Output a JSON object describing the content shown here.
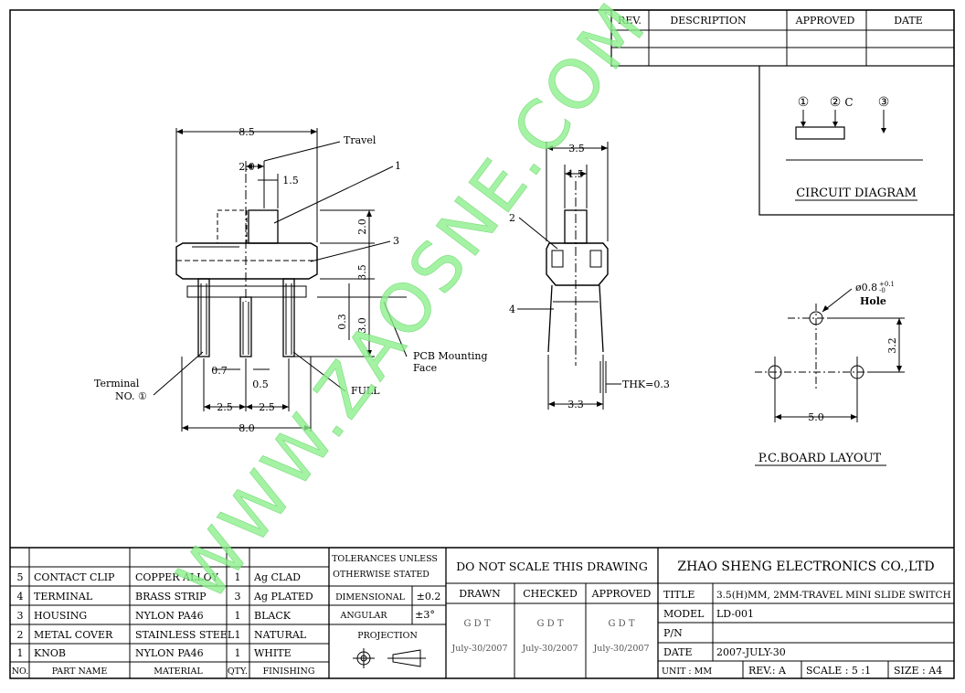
{
  "revision_table": {
    "headers": [
      "REV.",
      "DESCRIPTION",
      "APPROVED",
      "DATE"
    ]
  },
  "circuit_diagram": {
    "pin1": "①",
    "pin2": "②",
    "pin2_suffix": "C",
    "pin3": "③",
    "title": "CIRCUIT DIAGRAM"
  },
  "front_view": {
    "dim_width": "8.5",
    "dim_travel_label": "Travel",
    "dim_knob_travel": "2.0",
    "dim_knob_width": "1.5",
    "callout_1": "1",
    "callout_3": "3",
    "dim_knob_height": "2.0",
    "dim_body_height": "3.5",
    "dim_standoff": "0.3",
    "dim_pin_length": "3.0",
    "pcb_label_1": "PCB Mounting",
    "pcb_label_2": "Face",
    "terminal_label": "Terminal",
    "terminal_no": "NO. ①",
    "dim_pin_width": "0.7",
    "dim_pin_thk": "0.5",
    "full_label": "FULL",
    "dim_pitch_left": "2.5",
    "dim_pitch_right": "2.5",
    "dim_total": "8.0"
  },
  "side_view": {
    "dim_width": "3.5",
    "dim_knob": "1.5",
    "callout_2": "2",
    "callout_4": "4",
    "thk_label": "THK=0.3",
    "dim_pin_span": "3.3"
  },
  "pcb_layout": {
    "hole_label": "ø0.8",
    "hole_tol_plus": "+0.1",
    "hole_tol_minus": "-0",
    "hole_text": "Hole",
    "dim_height": "3.2",
    "dim_width": "5.0",
    "title": "P.C.BOARD LAYOUT"
  },
  "watermark": "WWW.ZAOSNE.COM",
  "parts_table": {
    "rows": [
      {
        "no": "5",
        "name": "CONTACT CLIP",
        "material": "COPPER ALLOY",
        "qty": "1",
        "finishing": "Ag CLAD"
      },
      {
        "no": "4",
        "name": "TERMINAL",
        "material": "BRASS STRIP",
        "qty": "3",
        "finishing": "Ag PLATED"
      },
      {
        "no": "3",
        "name": "HOUSING",
        "material": "NYLON PA46",
        "qty": "1",
        "finishing": "BLACK"
      },
      {
        "no": "2",
        "name": "METAL COVER",
        "material": "STAINLESS STEEL",
        "qty": "1",
        "finishing": "NATURAL"
      },
      {
        "no": "1",
        "name": "KNOB",
        "material": "NYLON PA46",
        "qty": "1",
        "finishing": "WHITE"
      }
    ],
    "header": {
      "no": "NO.",
      "name": "PART NAME",
      "material": "MATERIAL",
      "qty": "QTY.",
      "finishing": "FINISHING"
    }
  },
  "tolerances": {
    "title_1": "TOLERANCES UNLESS",
    "title_2": "OTHERWISE STATED",
    "dimensional_label": "DIMENSIONAL",
    "dimensional_value": "±0.2",
    "angular_label": "ANGULAR",
    "angular_value": "±3°",
    "projection_label": "PROJECTION"
  },
  "signoff": {
    "notice": "DO NOT SCALE THIS DRAWING",
    "drawn_label": "DRAWN",
    "checked_label": "CHECKED",
    "approved_label": "APPROVED",
    "drawn_by": "G D T",
    "checked_by": "G D T",
    "approved_by": "G D T",
    "drawn_date": "July-30/2007",
    "checked_date": "July-30/2007",
    "approved_date": "July-30/2007"
  },
  "title_block": {
    "company": "ZHAO SHENG ELECTRONICS CO.,LTD",
    "title_label": "TITLE",
    "title_value": "3.5(H)MM, 2MM-TRAVEL MINI SLIDE SWITCH",
    "model_label": "MODEL",
    "model_value": "LD-001",
    "pn_label": "P/N",
    "pn_value": "",
    "date_label": "DATE",
    "date_value": "2007-JULY-30",
    "unit": "UNIT : MM",
    "rev": "REV.: A",
    "scale": "SCALE : 5 :1",
    "size": "SIZE : A4"
  }
}
